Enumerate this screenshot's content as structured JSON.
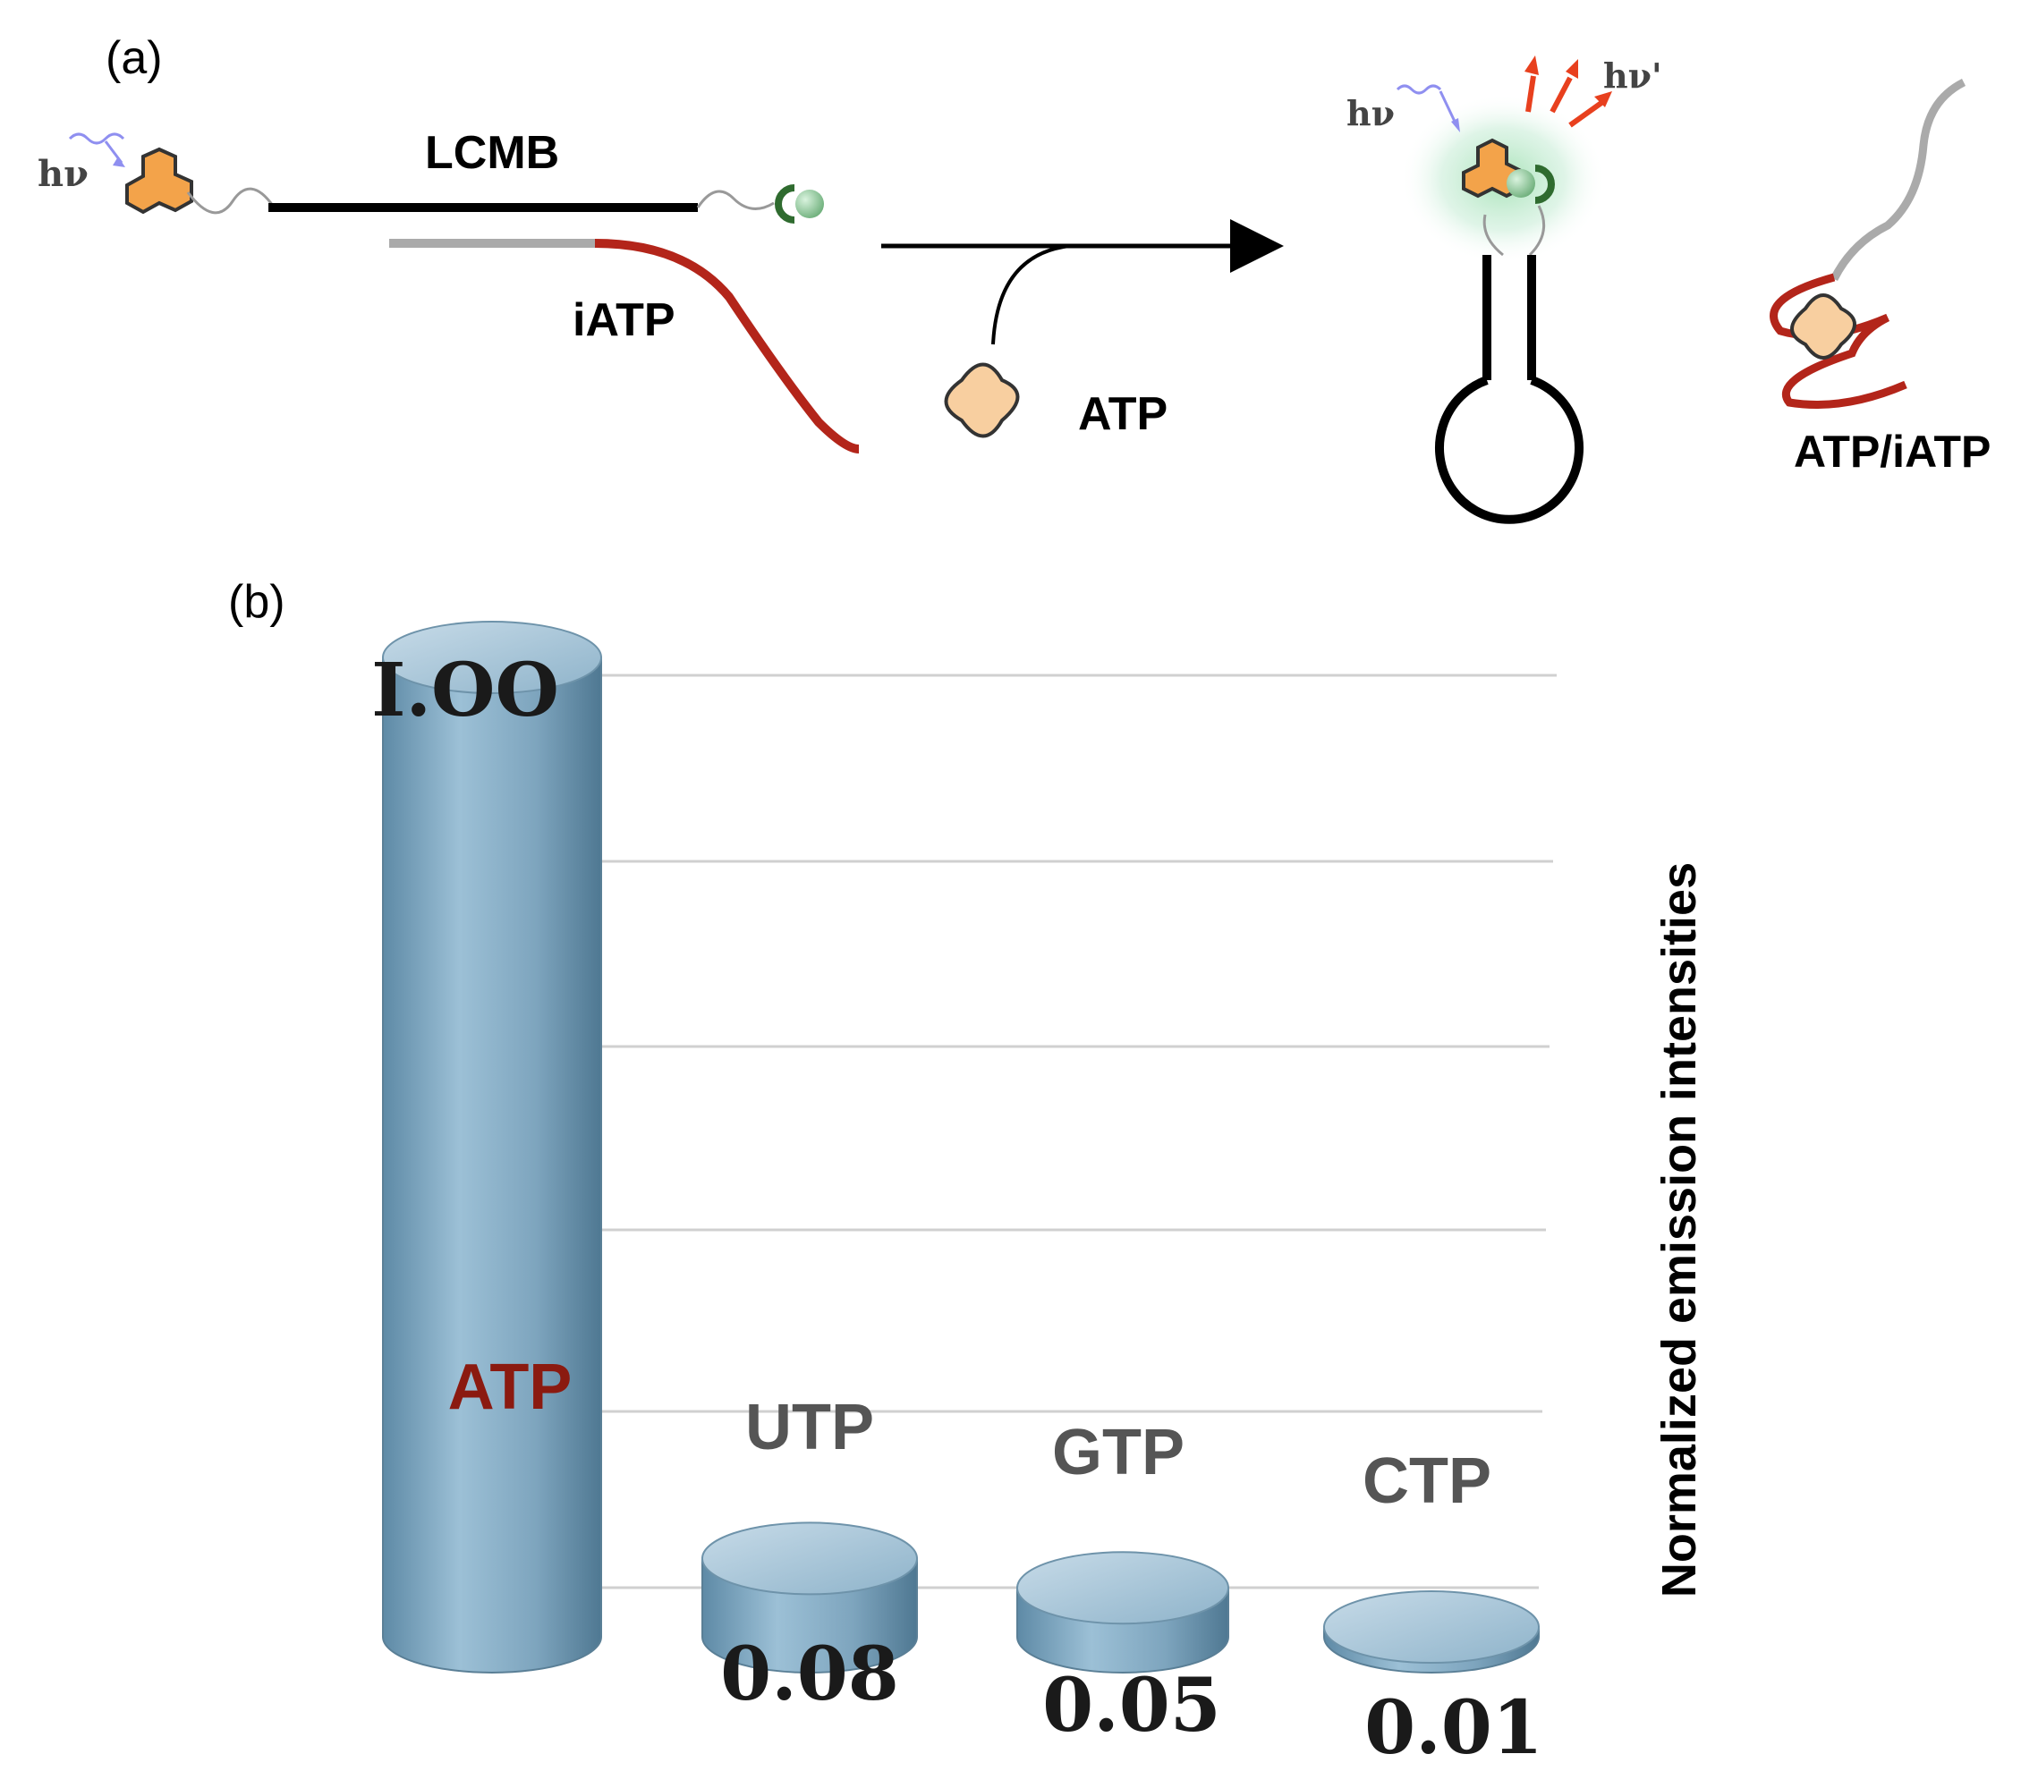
{
  "panel_a": {
    "panel_label": "(a)",
    "hv_in_label": "hν",
    "hv_out_label": "hν'",
    "hv_in_label_right": "hν",
    "lcmb_label": "LCMB",
    "iatp_label": "iATP",
    "atp_label": "ATP",
    "complex_label": "ATP/iATP",
    "colors": {
      "fluorophore": "#f3a34a",
      "quencher_ball": "#9fd6a8",
      "quencher_clip": "#2f6b2f",
      "strand_black": "#000000",
      "strand_gray": "#aaaaaa",
      "aptamer_red": "#b3251a",
      "atp_molecule": "#f8cfa0",
      "glow": "#9fe0b0",
      "photon_in": "#8f8ff0",
      "photon_out": "#e8401e"
    }
  },
  "panel_b": {
    "panel_label": "(b)"
  },
  "chart_data": {
    "type": "bar",
    "style": "3d-cylinder",
    "categories": [
      "ATP",
      "UTP",
      "GTP",
      "CTP"
    ],
    "values": [
      1.0,
      0.08,
      0.05,
      0.01
    ],
    "value_labels": [
      "I.OO",
      "0.08",
      "0.05",
      "0.01"
    ],
    "category_label_colors": [
      "#8b1a10",
      "#555555",
      "#555555",
      "#555555"
    ],
    "bar_color": "#7fa6bf",
    "ylabel": "Normalized emission intensities",
    "ylim": [
      0,
      1.0
    ],
    "grid": true,
    "legend": "none"
  }
}
